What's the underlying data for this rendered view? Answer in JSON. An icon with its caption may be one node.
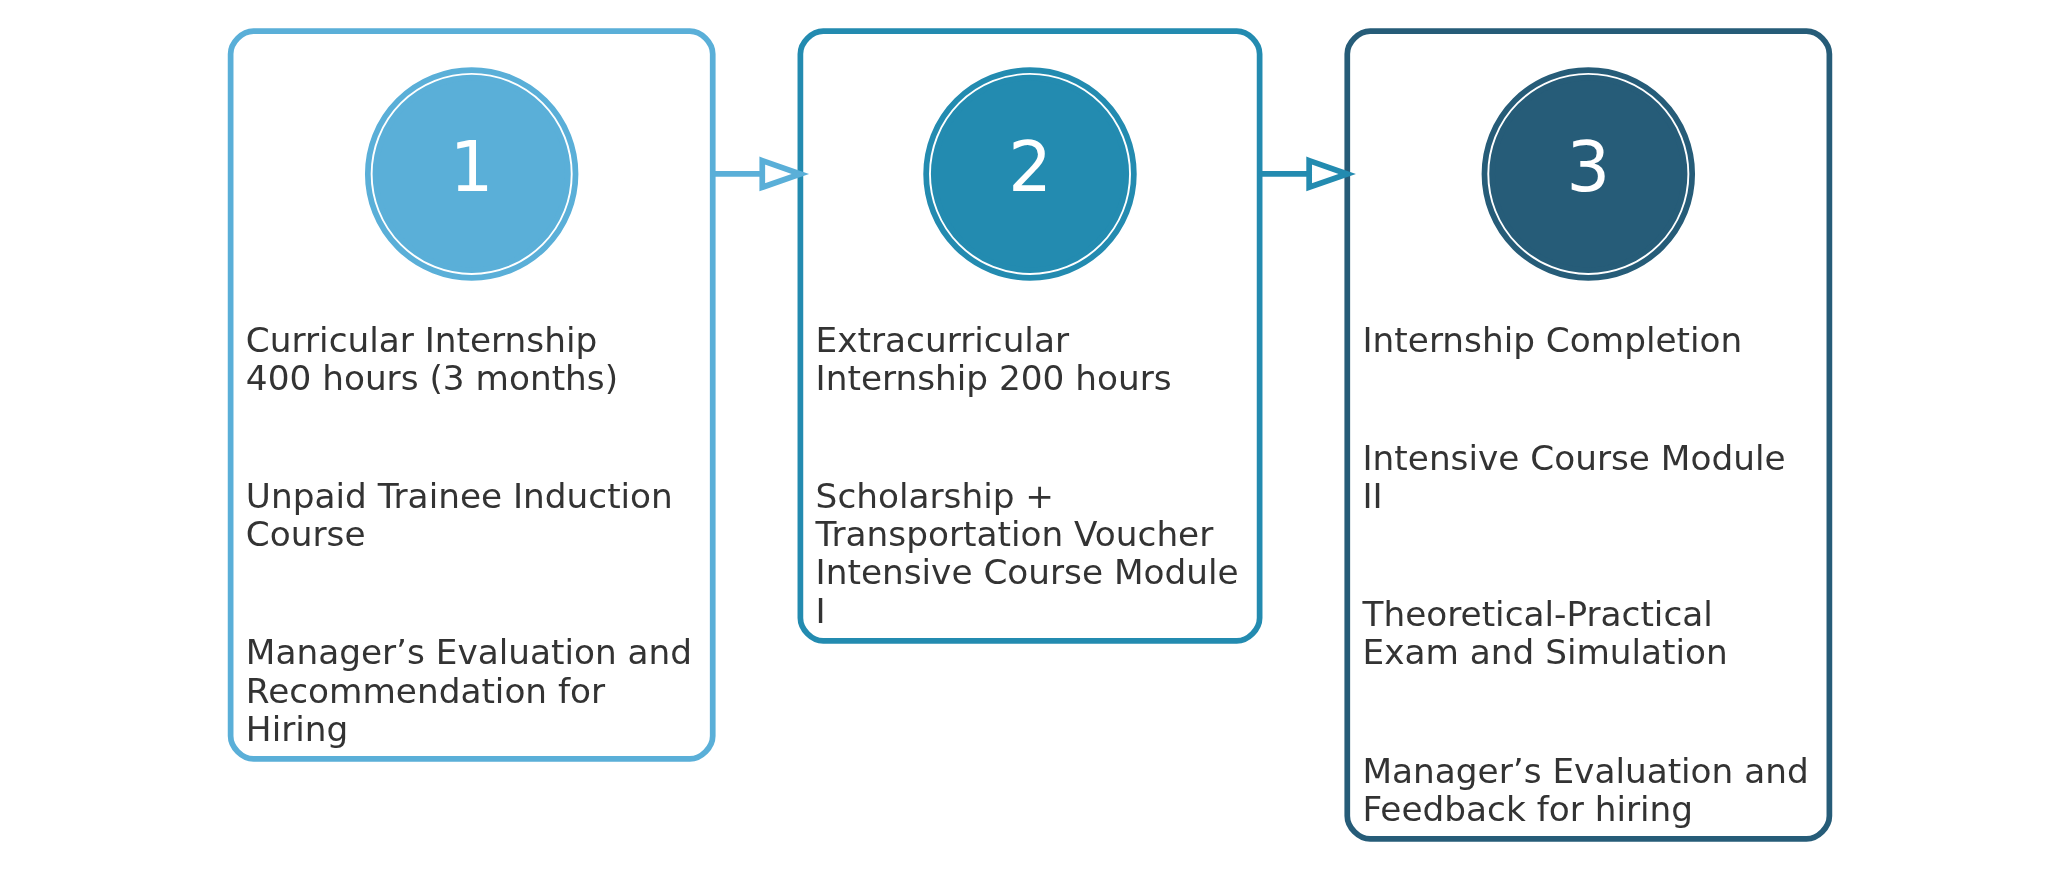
{
  "diagram": {
    "nodes": [
      {
        "text": [
          "Curricular Internship 400 hours (3 months)",
          "Unpaid Trainee Induction Course",
          "Manager’s Evaluation and Recommendation for Hiring"
        ]
      },
      {
        "text": [
          "1"
        ],
        "in": 0
      },
      {
        "text": [
          "Extracurricular Internship 200 hours",
          "Scholarship + Transportation Voucher Intensive Course Module I"
        ]
      },
      {
        "text": [
          "2"
        ],
        "in": 2
      },
      {
        "text": [
          "Internship Completion",
          "Intensive Course Module II",
          "Theoretical-Practical Exam and Simulation",
          "Manager’s Evaluation and Feedback for hiring"
        ]
      },
      {
        "text": [
          "3"
        ],
        "in": 4
      }
    ],
    "edges": [
      {
        "from": 0,
        "to": 2,
        "arrow": "to"
      },
      {
        "from": 2,
        "to": 4,
        "arrow": "to"
      }
    ]
  }
}
